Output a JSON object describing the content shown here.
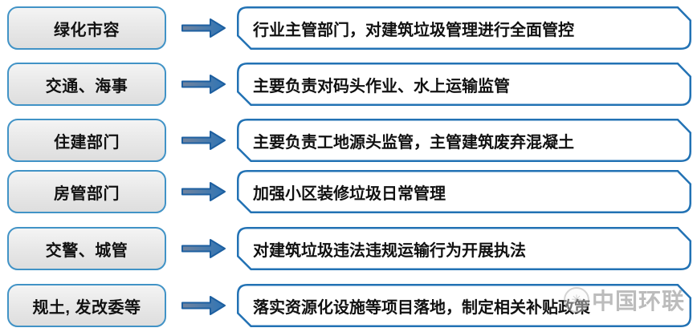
{
  "rows": [
    {
      "left": "绿化市容",
      "right": "行业主管部门，对建筑垃圾管理进行全面管控"
    },
    {
      "left": "交通、海事",
      "right": "主要负责对码头作业、水上运输监管"
    },
    {
      "left": "住建部门",
      "right": "主要负责工地源头监管，主管建筑废弃混凝土"
    },
    {
      "left": "房管部门",
      "right": "加强小区装修垃圾日常管理"
    },
    {
      "left": "交警、城管",
      "right": "对建筑垃圾违法违规运输行为开展执法"
    },
    {
      "left": "规土, 发改委等",
      "right": "落实资源化设施等项目落地，制定相关补贴政策"
    }
  ],
  "watermark": {
    "text": "中国环联",
    "logo_icon": "circle-emblem-icon"
  },
  "colors": {
    "right_box_border": "#2272b4",
    "right_box_fill": "#ffffff",
    "left_box_border": "#4193c6",
    "left_box_fill": "#e8e8e8",
    "arrow_fill_start": "#72849e",
    "arrow_fill_end": "#2e74b5",
    "arrow_border": "#1d5fa0",
    "text": "#111111",
    "watermark_gray": "#8d8d8d"
  }
}
